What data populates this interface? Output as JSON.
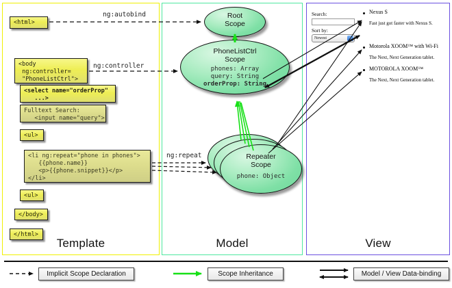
{
  "columns": [
    {
      "key": "template",
      "label": "Template",
      "border_color": "#f0f000"
    },
    {
      "key": "model",
      "label": "Model",
      "border_color": "#4ee8a0"
    },
    {
      "key": "view",
      "label": "View",
      "border_color": "#6a4fe0"
    }
  ],
  "template": {
    "boxes": [
      {
        "name": "html-open-box",
        "text": "<html>"
      },
      {
        "name": "body-controller-box",
        "text": "<body\n ng:controller=\n \"PhoneListCtrl\">"
      },
      {
        "name": "select-orderprop-box",
        "text": "<select name=\"orderProp\"\n   ...>"
      },
      {
        "name": "fulltext-search-box",
        "text": "Fulltext Search:\n   <input name=\"query\">"
      },
      {
        "name": "ul-open-box",
        "text": "<ul>"
      },
      {
        "name": "li-ngrepeat-box",
        "text": "<li ng:repeat=\"phone in phones\">\n   {{phone.name}}\n   <p>{{phone.snippet}}</p>\n</li>"
      },
      {
        "name": "ul-close-box",
        "text": "<ul>"
      },
      {
        "name": "body-close-box",
        "text": "</body>"
      },
      {
        "name": "html-close-box",
        "text": "</html>"
      }
    ]
  },
  "model": {
    "root_scope": {
      "title_line1": "Root",
      "title_line2": "Scope"
    },
    "phonelist_scope": {
      "title_line1": "PhoneListCtrl",
      "title_line2": "Scope",
      "props": [
        "phones: Array",
        "query: String",
        "orderProp: String"
      ]
    },
    "repeater_scope": {
      "title_line1": "Repeater",
      "title_line2": "Scope",
      "props": [
        "phone: Object"
      ]
    }
  },
  "connectors": {
    "autobind": "ng:autobind",
    "controller": "ng:controller",
    "repeat": "ng:repeat"
  },
  "view": {
    "search_label": "Search:",
    "search_value": "",
    "sort_label": "Sort by:",
    "sort_selected": "Newest",
    "sort_arrow_icon": "↕",
    "phones": [
      {
        "name": "Nexus S",
        "snippet": "Fast just got faster with Nexus S."
      },
      {
        "name": "Motorola XOOM™ with Wi-Fi",
        "snippet": "The Next, Next Generation tablet."
      },
      {
        "name": "MOTOROLA XOOM™",
        "snippet": "The Next, Next Generation tablet."
      }
    ]
  },
  "legend": [
    {
      "name": "legend-implicit-scope-declaration",
      "label": "Implicit Scope Declaration",
      "style": "dashed-arrow",
      "color": "#111111"
    },
    {
      "name": "legend-scope-inheritance",
      "label": "Scope Inheritance",
      "style": "solid-arrow",
      "color": "#17e017"
    },
    {
      "name": "legend-model-view-databinding",
      "label": "Model / View Data-binding",
      "style": "double-arrow",
      "color": "#111111"
    }
  ]
}
